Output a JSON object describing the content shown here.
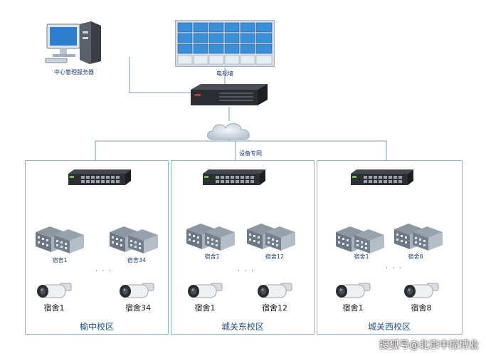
{
  "top": {
    "server_label": "中心管理服务器",
    "videowall_label": "电视墙",
    "network_label": "设备专网"
  },
  "zones": [
    {
      "name": "榆中校区",
      "buildings": [
        "宿舍1",
        "宿舍34"
      ],
      "cameras": [
        "宿舍1",
        "宿舍34"
      ]
    },
    {
      "name": "城关东校区",
      "buildings": [
        "宿舍1",
        "宿舍12"
      ],
      "cameras": [
        "宿舍1",
        "宿舍12"
      ]
    },
    {
      "name": "城关西校区",
      "buildings": [
        "宿舍1",
        "宿舍8"
      ],
      "cameras": [
        "宿舍1",
        "宿舍8"
      ]
    }
  ],
  "ellipsis": "· · ·",
  "watermark": "搜狐号@北京中控博业",
  "colors": {
    "line": "#7a9cb8",
    "zone_border": "#8fb3cc",
    "screen": "#3b8fd6",
    "switch_body": "#2c2f33",
    "switch_accent": "#6cc04a"
  }
}
